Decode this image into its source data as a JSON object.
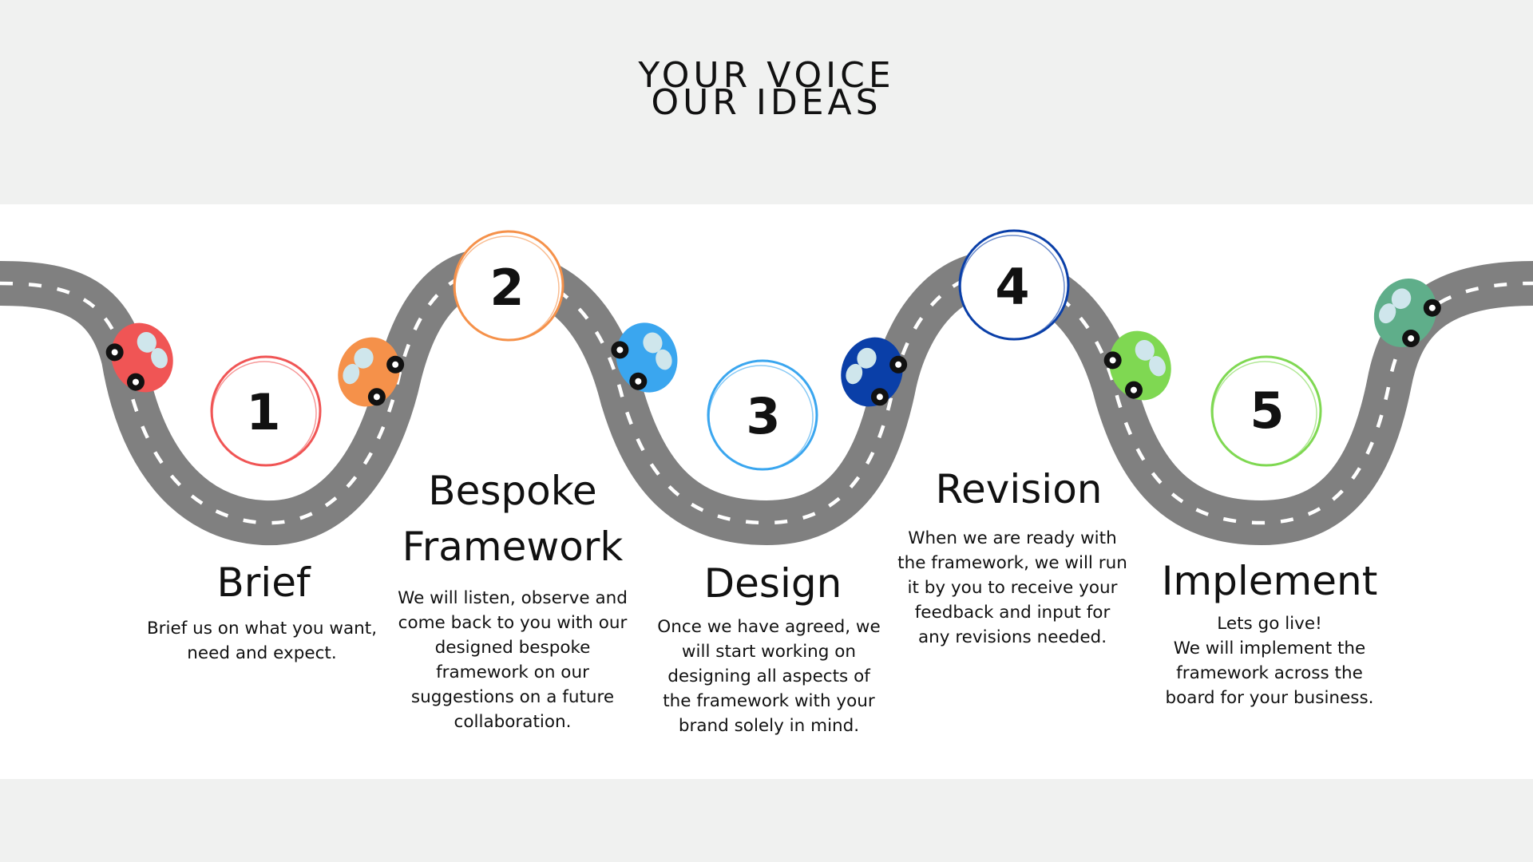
{
  "header": {
    "title_line1": "YOUR VOICE",
    "title_line2": "OUR IDEAS"
  },
  "colors": {
    "road": "#808080",
    "road_dash": "#ffffff",
    "step1": "#f05555",
    "step2": "#f5914a",
    "step3": "#3aa6ef",
    "step4": "#0a3fa8",
    "step5": "#7fd852",
    "step6_car": "#5fae8a",
    "window": "#cfe6ec",
    "wheel": "#111111"
  },
  "steps": [
    {
      "number": "1",
      "title": "Brief",
      "description": "Brief us on what you want,\nneed and expect."
    },
    {
      "number": "2",
      "title": "Bespoke\nFramework",
      "description": "We will listen, observe and\ncome back to you with our\ndesigned bespoke\nframework on our\nsuggestions on a future\ncollaboration."
    },
    {
      "number": "3",
      "title": "Design",
      "description": "Once we have agreed, we\nwill start working on\ndesigning all aspects of\nthe framework with your\nbrand solely in mind."
    },
    {
      "number": "4",
      "title": "Revision",
      "description": "When we are ready with\nthe framework, we will run\nit by you to receive your\nfeedback and input for\nany revisions needed."
    },
    {
      "number": "5",
      "title": "Implement",
      "description": "Lets go live!\nWe will implement the\nframework across the\nboard for your business."
    }
  ]
}
